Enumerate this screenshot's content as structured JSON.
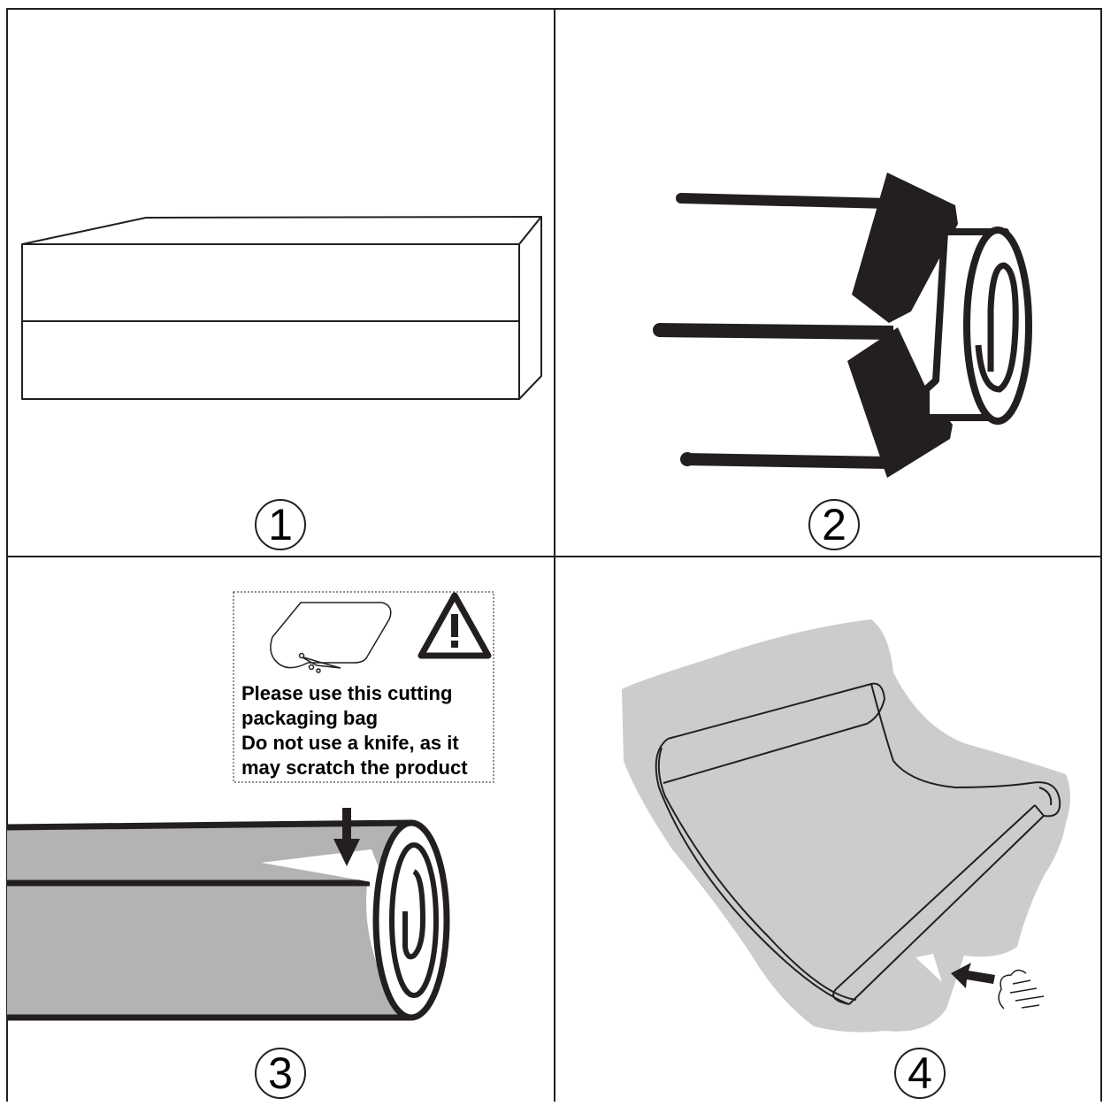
{
  "steps": [
    {
      "number": "1",
      "illustration": "box-closed"
    },
    {
      "number": "2",
      "illustration": "box-opened-roll"
    },
    {
      "number": "3",
      "illustration": "cut-packaging-bag"
    },
    {
      "number": "4",
      "illustration": "unroll-product"
    }
  ],
  "warning": {
    "icon": "warning-triangle-icon",
    "cutter_icon": "bag-cutter-icon",
    "lines": [
      "Please use this cutting",
      "packaging bag",
      "Do not use a knife, as it",
      "may scratch the product"
    ]
  },
  "colors": {
    "line": "#231f20",
    "fill_dark": "#231f20",
    "fill_gray": "#b3b3b3",
    "fill_light_gray": "#cccccc"
  }
}
